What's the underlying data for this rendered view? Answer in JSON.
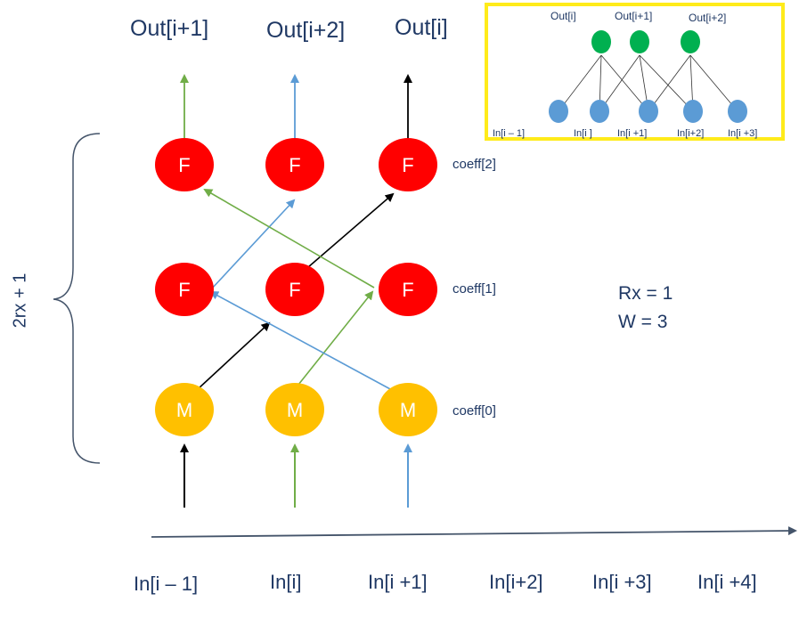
{
  "outputs": [
    "Out[i+1]",
    "Out[i+2]",
    "Out[i]"
  ],
  "inputs": [
    "In[i – 1]",
    "In[i]",
    "In[i +1]",
    "In[i+2]",
    "In[i +3]",
    "In[i +4]"
  ],
  "nodes": {
    "f_label": "F",
    "m_label": "M"
  },
  "coefficients": [
    "coeff[2]",
    "coeff[1]",
    "coeff[0]"
  ],
  "brace_label": "2rx + 1",
  "params": {
    "rx": "Rx = 1",
    "w": "W = 3"
  },
  "inset": {
    "outputs": [
      "Out[i]",
      "Out[i+1]",
      "Out[i+2]"
    ],
    "inputs": [
      "In[i – 1]",
      "In[i ]",
      "In[i +1]",
      "In[i+2]",
      "In[i +3]"
    ]
  },
  "colors": {
    "f_node": "#ff0000",
    "m_node": "#ffc000",
    "green_path": "#70ad47",
    "blue_path": "#5b9bd5",
    "black_path": "#000000",
    "inset_border": "#ffeb1a",
    "inset_out_node": "#00b050",
    "inset_in_node": "#5b9bd5",
    "text": "#1f3864"
  }
}
